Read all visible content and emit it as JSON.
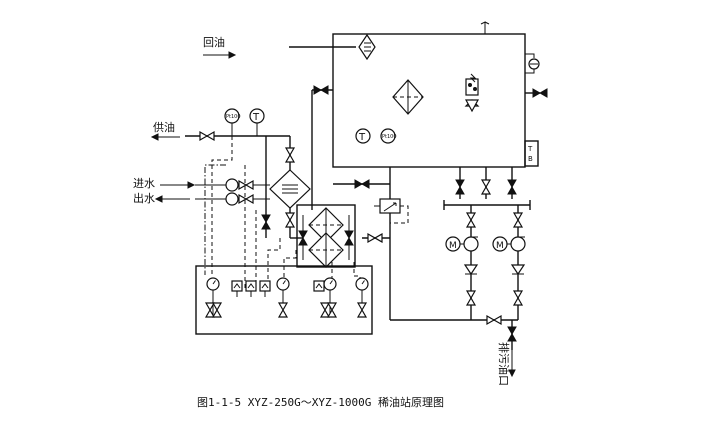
{
  "labels": {
    "return_oil": "回油",
    "supply_oil": "供油",
    "water_in": "进水",
    "water_out": "出水",
    "drain": "排污油口"
  },
  "instruments": {
    "pt100": "Pt100",
    "thermometer": "T",
    "motor": "M",
    "tb": "T\nB"
  },
  "caption": "图1-1-5 XYZ-250G～XYZ-1000G 稀油站原理图"
}
